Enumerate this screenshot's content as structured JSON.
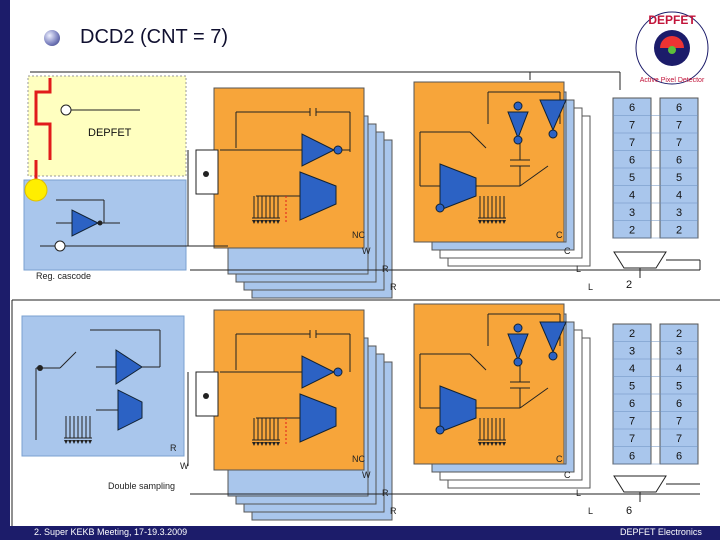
{
  "slide": {
    "title": "DCD2 (CNT = 7)",
    "footer_left": "2. Super KEKB Meeting, 17-19.3.2009",
    "footer_right": "DEPFET Electronics",
    "logo_text": "DEPFET",
    "logo_ring_text": "Active Pixel Detector"
  },
  "labels": {
    "depfet": "DEPFET",
    "reg_cascode": "Reg. cascode",
    "double_sampling": "Double sampling",
    "nc": "NC",
    "c": "C",
    "w": "W",
    "r": "R",
    "l": "L"
  },
  "tables": {
    "top": {
      "col1": [
        "6",
        "7",
        "7",
        "6",
        "5",
        "4",
        "3",
        "2"
      ],
      "col2": [
        "6",
        "7",
        "7",
        "6",
        "5",
        "4",
        "3",
        "2"
      ],
      "mux_output": "2"
    },
    "bottom": {
      "col1": [
        "2",
        "3",
        "4",
        "5",
        "6",
        "7",
        "7",
        "6"
      ],
      "col2": [
        "2",
        "3",
        "4",
        "5",
        "6",
        "7",
        "7",
        "6"
      ],
      "mux_output": "6"
    }
  },
  "colors": {
    "accent_orange": "#f7a53a",
    "pixel_blue": "#a9c6ec",
    "pixel_yellow": "#ffffc0",
    "amp_blue": "#2c62c4",
    "signal_red": "#e11b1b",
    "slide_navy": "#1c1c6a"
  }
}
